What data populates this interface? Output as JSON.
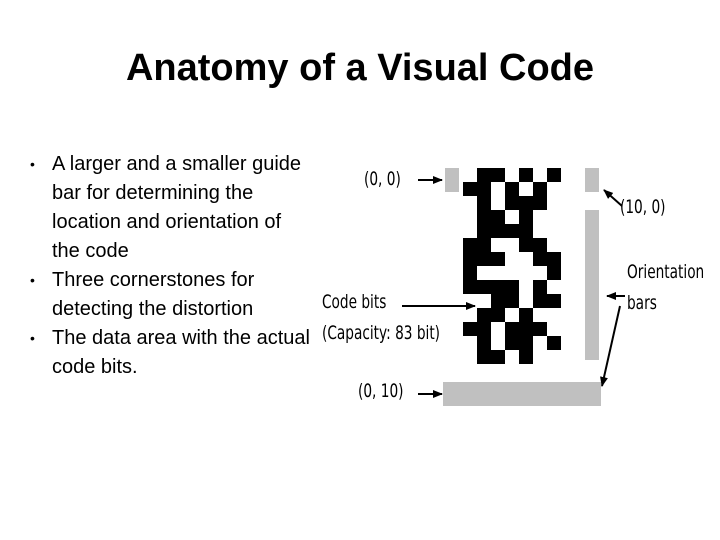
{
  "title": "Anatomy of a Visual Code",
  "bullets": [
    {
      "marker": "•",
      "text": "A larger and a smaller guide bar for determining the location and orientation of the code"
    },
    {
      "marker": "•",
      "text": "Three cornerstones for detecting the distortion"
    },
    {
      "marker": "•",
      "text": "The data area with the actual code bits."
    }
  ],
  "figure": {
    "labels": {
      "corner_top_left": "(0, 0)",
      "corner_top_right": "(10, 0)",
      "corner_bottom_left": "(0, 10)",
      "code_bits_line1": "Code bits",
      "code_bits_line2": "(Capacity: 83 bit)",
      "orientation_line1": "Orientation",
      "orientation_line2": "bars"
    },
    "colors": {
      "module": "#000000",
      "guide_bar": "#c0c0c0",
      "cornerstone": "#c0c0c0",
      "arrow": "#000000"
    }
  }
}
